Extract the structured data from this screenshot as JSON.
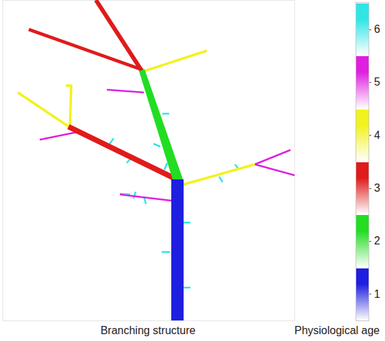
{
  "diagram": {
    "labels": [
      "Branching structure",
      "Physiological age"
    ],
    "legend": [
      {
        "text": "1",
        "color": "#1f1fe0"
      },
      {
        "text": "2",
        "color": "#22dd22"
      },
      {
        "text": "3",
        "color": "#e01b1b"
      },
      {
        "text": "4",
        "color": "#f2f21c"
      },
      {
        "text": "5",
        "color": "#e01fe0"
      },
      {
        "text": "6",
        "color": "#2ee6e6"
      }
    ]
  }
}
